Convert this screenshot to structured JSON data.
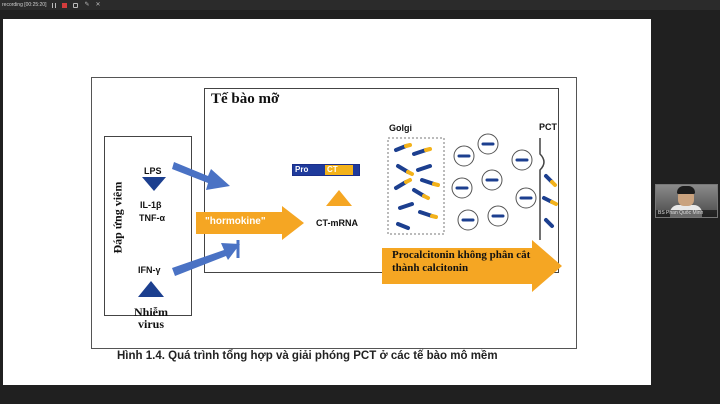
{
  "recorder": {
    "label": "recording [00:25:20]",
    "controls": [
      "pause-icon",
      "stop-icon",
      "camera-icon",
      "pen-icon",
      "close-icon"
    ]
  },
  "slide": {
    "cell_title": "Tế bào mỡ",
    "golgi_label": "Golgi",
    "pct_label": "PCT",
    "pro_label": "Pro",
    "ct_label": "CT",
    "ctmrna_label": "CT-mRNA",
    "hormokine_label": "\"hormokine\"",
    "procalcitonin_label": "Procalcitonin không phân cắt thành calcitonin",
    "side_title": "Đáp ứng viêm",
    "lps_label": "LPS",
    "il1b_label": "IL-1β",
    "tnfa_label": "TNF-α",
    "ifng_label": "IFN-γ",
    "virus_label": "Nhiễm virus",
    "caption": "Hình 1.4. Quá trình tổng hợp và giải phóng PCT ở các tế bào mô mềm"
  },
  "colors": {
    "arrow_blue": "#4a72c4",
    "triangle_navy": "#1c3f8f",
    "orange": "#f5a623",
    "pro_blue": "#1f3b9c",
    "ct_yellow": "#f3b21a"
  },
  "webcam": {
    "name": "BS Phan Quốc Minh"
  }
}
